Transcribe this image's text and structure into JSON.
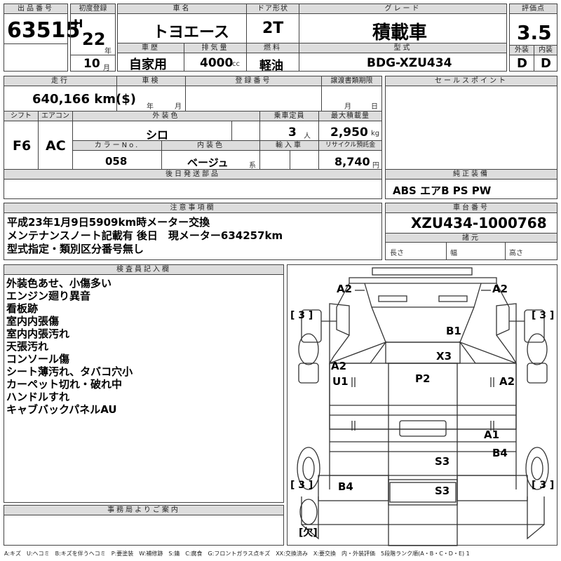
{
  "header": {
    "lot_no_label": "出品番号",
    "lot_no": "63515",
    "first_reg_label": "初度登録",
    "era": "H",
    "year": "22",
    "year_unit": "年",
    "month": "10",
    "month_unit": "月",
    "car_name_label": "車名",
    "car_name": "トヨエース",
    "door_label": "ドア形状",
    "door": "2T",
    "grade_label": "グレード",
    "grade": "積載車",
    "score_label": "評価点",
    "score": "3.5",
    "history_label": "車歴",
    "history": "自家用",
    "displacement_label": "排気量",
    "displacement": "4000",
    "displacement_unit": "cc",
    "fuel_label": "燃料",
    "fuel": "軽油",
    "model_label": "型式",
    "model": "BDG-XZU434",
    "exterior_label": "外装",
    "exterior": "D",
    "interior_label": "内装",
    "interior": "D"
  },
  "row2": {
    "mileage_label": "走行",
    "mileage": "640,166 km($)",
    "inspection_label": "車検",
    "inspection_year_unit": "年",
    "inspection_month_unit": "月",
    "reg_no_label": "登録番号",
    "transfer_label": "譲渡書類期限",
    "transfer_month": "月",
    "transfer_day": "日",
    "sales_point_label": "セールスポイント",
    "shift_label": "シフト",
    "shift": "F6",
    "ac_label": "エアコン",
    "ac": "AC",
    "color_label": "外装色",
    "color": "シロ",
    "capacity_label": "乗車定員",
    "capacity": "3",
    "capacity_unit": "人",
    "load_label": "最大積載量",
    "load": "2,950",
    "load_unit": "kg",
    "color_no_label": "カラーNo.",
    "color_no": "058",
    "interior_color_label": "内装色",
    "interior_color": "ベージュ",
    "interior_color_unit": "系",
    "import_label": "輸入車",
    "recycle_label": "リサイクル預託金",
    "recycle": "8,740",
    "recycle_unit": "円",
    "later_parts_label": "後日発送部品",
    "genuine_label": "純正装備",
    "genuine": "ABS エアB PS PW"
  },
  "notes": {
    "label": "注意事項欄",
    "lines": [
      "平成23年1月9日5909km時メーター交換",
      "メンテナンスノート記載有 後日　現メーター634257km",
      "型式指定・類別区分番号無し"
    ]
  },
  "chassis": {
    "label": "車台番号",
    "value": "XZU434-1000768",
    "spec_label": "諸元",
    "length_label": "長さ",
    "width_label": "幅",
    "height_label": "高さ"
  },
  "inspector": {
    "label": "検査員記入欄",
    "lines": [
      "外装色あせ、小傷多い",
      "エンジン廻り異音",
      "看板跡",
      "室内内張傷",
      "室内内張汚れ",
      "天張汚れ",
      "コンソール傷",
      "シート薄汚れ、タバコ穴小",
      "カーペット切れ・破れ中",
      "ハンドルすれ",
      "キャブバックパネルAU"
    ]
  },
  "office": {
    "label": "事務局よりご案内"
  },
  "diagram": {
    "marks": {
      "a2_tl": "A2",
      "a2_tr": "A2",
      "tire_fl": "[ 3 ]",
      "tire_fr": "[ 3 ]",
      "b1": "B1",
      "x3": "X3",
      "a2_left": "A2",
      "u1": "U1",
      "p2": "P2",
      "a2_right": "A2",
      "a1": "A1",
      "b4_right": "B4",
      "s3_mid": "S3",
      "tire_rl": "[ 3 ]",
      "tire_rr": "[ 3 ]",
      "b4_left": "B4",
      "s3_low": "S3",
      "spare": "[欠]"
    }
  },
  "footer": {
    "legend": "A:キズ　U:ヘコミ　B:キズを伴うヘコミ　P:要塗装　W:補修跡　S:錆　C:腐食　G:フロントガラス点キズ　XX:交換済み　X:要交換　内・外装評価　5段階ランク順(A・B・C・D・E) 1"
  }
}
